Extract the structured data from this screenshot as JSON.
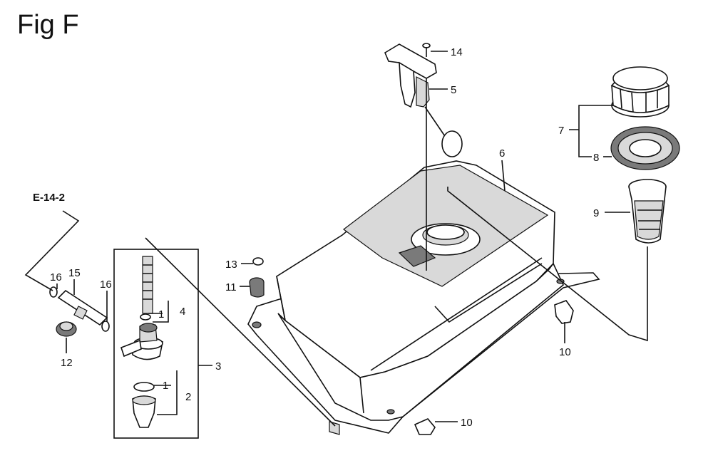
{
  "figure": {
    "title": "Fig F",
    "reference": "E-14-2"
  },
  "callouts": {
    "p1a": "1",
    "p1b": "1",
    "p2": "2",
    "p3": "3",
    "p4": "4",
    "p5": "5",
    "p6": "6",
    "p7": "7",
    "p8": "8",
    "p9": "9",
    "p10a": "10",
    "p10b": "10",
    "p11": "11",
    "p12": "12",
    "p13": "13",
    "p14": "14",
    "p15": "15",
    "p16a": "16",
    "p16b": "16"
  }
}
